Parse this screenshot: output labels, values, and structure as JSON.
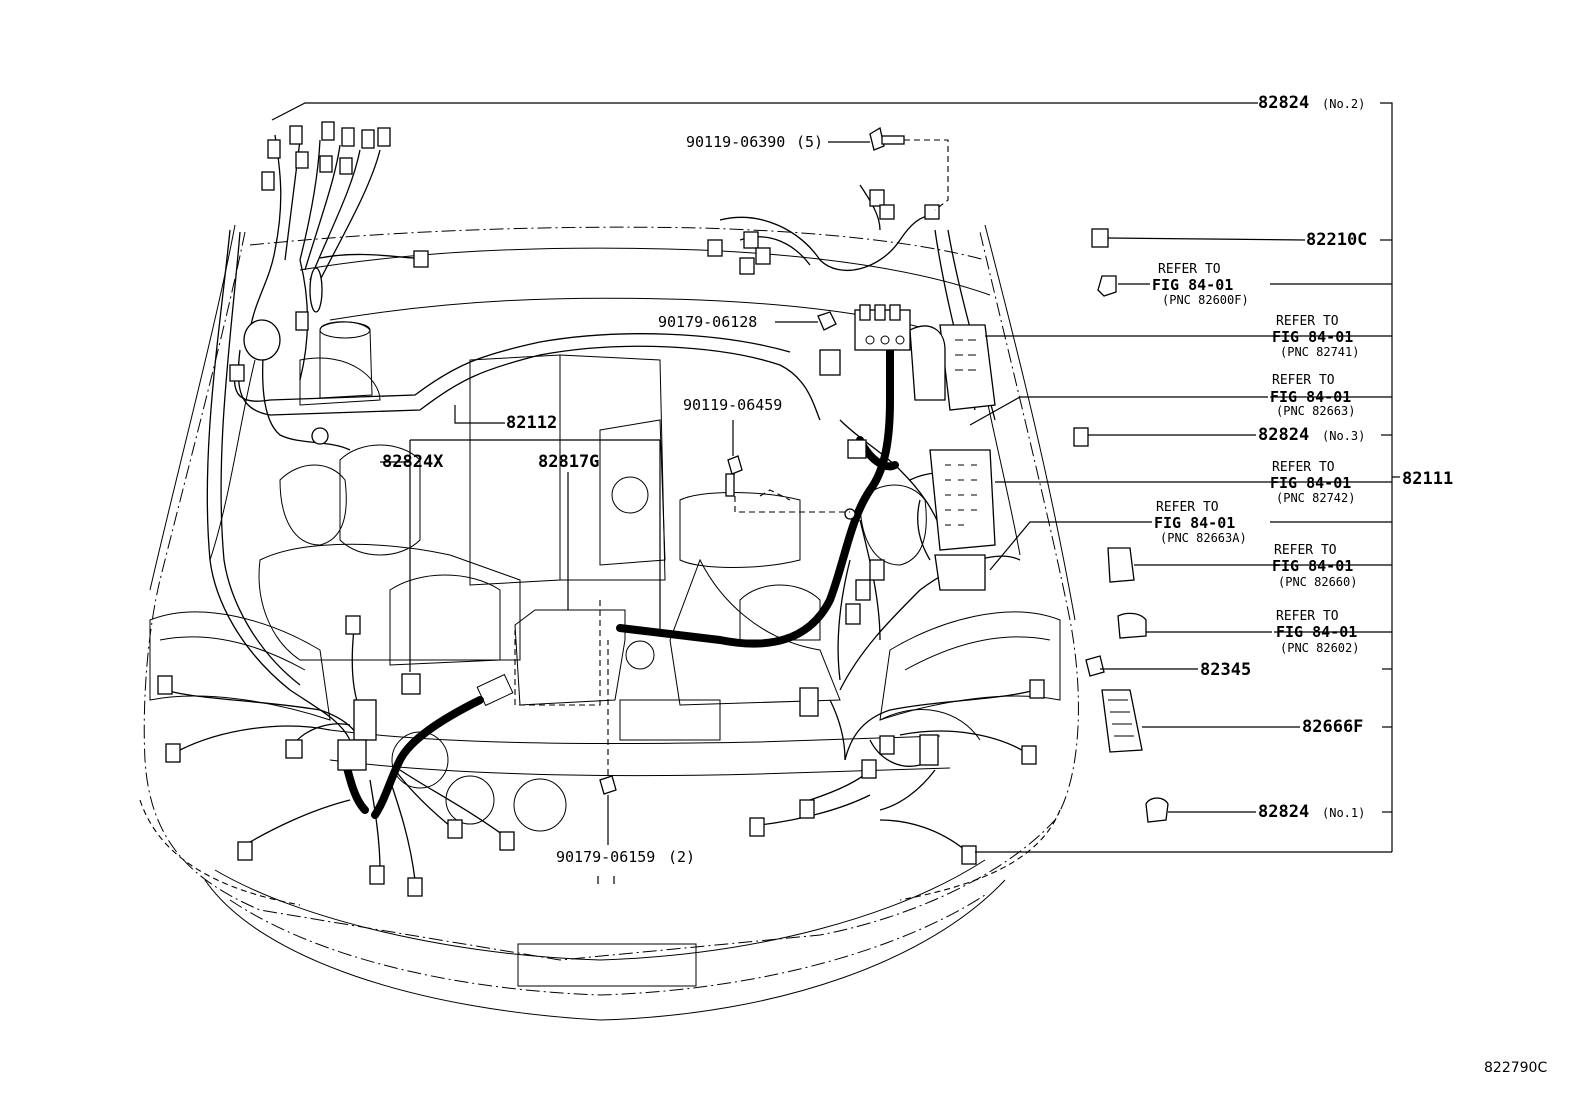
{
  "figure_code": "822790C",
  "callouts": {
    "c_82824_no2": {
      "part": "82824",
      "qual": "(No.2)"
    },
    "c_90119_06390": {
      "part": "90119-06390",
      "qual": "(5)"
    },
    "c_82210c": {
      "part": "82210C"
    },
    "c_ref_82600f": {
      "line1": "REFER TO",
      "line2": "FIG 84-01",
      "line3": "(PNC 82600F)"
    },
    "c_90179_06128": {
      "part": "90179-06128"
    },
    "c_ref_82741": {
      "line1": "REFER TO",
      "line2": "FIG 84-01",
      "line3": "(PNC 82741)"
    },
    "c_ref_82663": {
      "line1": "REFER TO",
      "line2": "FIG 84-01",
      "line3": "(PNC 82663)"
    },
    "c_82112": {
      "part": "82112"
    },
    "c_90119_06459": {
      "part": "90119-06459"
    },
    "c_82824_no3": {
      "part": "82824",
      "qual": "(No.3)"
    },
    "c_82824x": {
      "part": "82824X"
    },
    "c_82817g": {
      "part": "82817G"
    },
    "c_ref_82742": {
      "line1": "REFER TO",
      "line2": "FIG 84-01",
      "line3": "(PNC 82742)"
    },
    "c_82111": {
      "part": "82111"
    },
    "c_ref_82663a": {
      "line1": "REFER TO",
      "line2": "FIG 84-01",
      "line3": "(PNC 82663A)"
    },
    "c_ref_82660": {
      "line1": "REFER TO",
      "line2": "FIG 84-01",
      "line3": "(PNC 82660)"
    },
    "c_ref_82602": {
      "line1": "REFER TO",
      "line2": "FIG 84-01",
      "line3": "(PNC 82602)"
    },
    "c_82345": {
      "part": "82345"
    },
    "c_82666f": {
      "part": "82666F"
    },
    "c_82824_no1": {
      "part": "82824",
      "qual": "(No.1)"
    },
    "c_90179_06159": {
      "part": "90179-06159",
      "qual": "(2)"
    }
  }
}
